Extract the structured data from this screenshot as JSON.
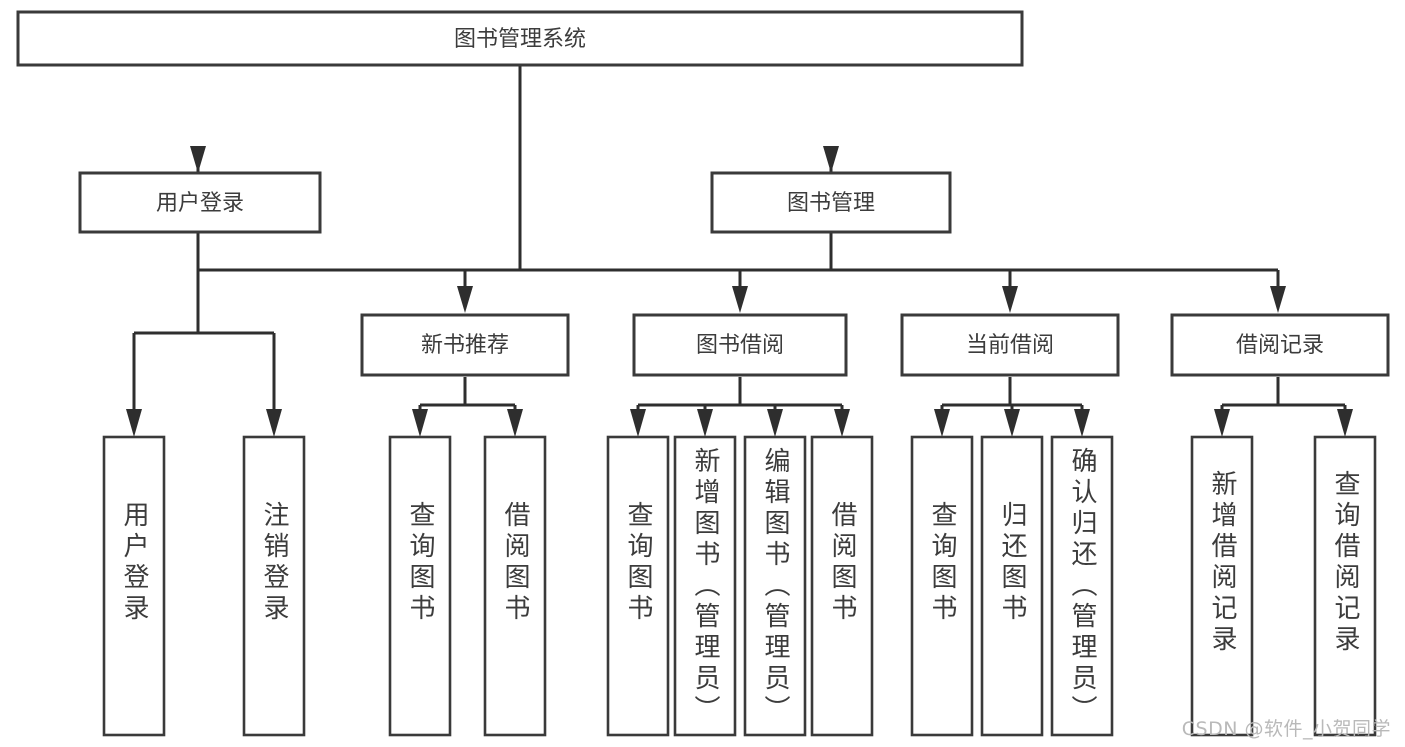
{
  "diagram": {
    "type": "tree",
    "title_node": {
      "label": "图书管理系统"
    },
    "level2": [
      {
        "id": "user-login",
        "label": "用户登录"
      },
      {
        "id": "book-management",
        "label": "图书管理"
      }
    ],
    "level3": [
      {
        "id": "new-book-recommend",
        "label": "新书推荐",
        "parent": "book-management"
      },
      {
        "id": "book-borrow",
        "label": "图书借阅",
        "parent": "book-management"
      },
      {
        "id": "current-borrow",
        "label": "当前借阅",
        "parent": "book-management"
      },
      {
        "id": "borrow-record",
        "label": "借阅记录",
        "parent": "book-management"
      }
    ],
    "leaves": [
      {
        "id": "leaf-user-login",
        "label": "用户登录",
        "parent": "user-login"
      },
      {
        "id": "leaf-logout-login",
        "label": "注销登录",
        "parent": "user-login"
      },
      {
        "id": "leaf-query-book-1",
        "label": "查询图书",
        "parent": "new-book-recommend"
      },
      {
        "id": "leaf-borrow-book-1",
        "label": "借阅图书",
        "parent": "new-book-recommend"
      },
      {
        "id": "leaf-query-book-2",
        "label": "查询图书",
        "parent": "book-borrow"
      },
      {
        "id": "leaf-add-book",
        "label": "新增图书（管理员）",
        "parent": "book-borrow"
      },
      {
        "id": "leaf-edit-book",
        "label": "编辑图书（管理员）",
        "parent": "book-borrow"
      },
      {
        "id": "leaf-borrow-book-2",
        "label": "借阅图书",
        "parent": "book-borrow"
      },
      {
        "id": "leaf-query-book-3",
        "label": "查询图书",
        "parent": "current-borrow"
      },
      {
        "id": "leaf-return-book",
        "label": "归还图书",
        "parent": "current-borrow"
      },
      {
        "id": "leaf-confirm-return",
        "label": "确认归还（管理员）",
        "parent": "current-borrow"
      },
      {
        "id": "leaf-add-record",
        "label": "新增借阅记录",
        "parent": "borrow-record"
      },
      {
        "id": "leaf-query-record",
        "label": "查询借阅记录",
        "parent": "borrow-record"
      }
    ],
    "colors": {
      "box_stroke": "#3a3a3a",
      "connector": "#2e2e2e",
      "text": "#3c3c3c",
      "background": "#ffffff",
      "watermark": "#b9b9b9"
    }
  },
  "watermark": {
    "text": "CSDN @软件_小贺同学"
  }
}
